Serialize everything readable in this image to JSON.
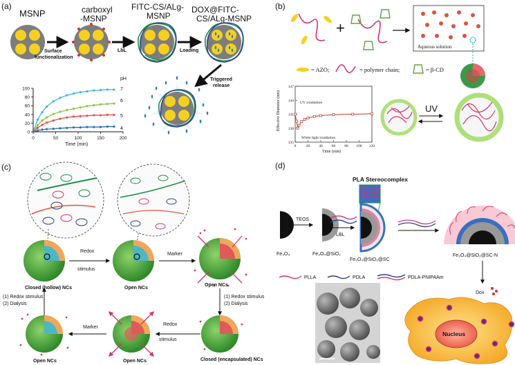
{
  "panel_labels": {
    "a": "(a)",
    "b": "(b)",
    "c": "(c)",
    "d": "(d)"
  },
  "panel_a": {
    "titles": [
      "MSNP",
      "carboxyl",
      "-MSNP",
      "FITC-CS/ALg-",
      "MSNP",
      "DOX@FITC-",
      "CS/ALg-MSNP"
    ],
    "arrows": [
      "Surface",
      "functionalization",
      "LbL",
      "Loading",
      "Triggered",
      "release"
    ],
    "chart": {
      "ph_label": "pH",
      "xlabel": "Time (min)",
      "xticks": [
        "0",
        "50",
        "100",
        "150",
        "200"
      ],
      "yticks": [
        "0",
        "20",
        "40",
        "60",
        "80",
        "100"
      ],
      "series_labels": [
        "7",
        "6",
        "5",
        "4"
      ]
    }
  },
  "panel_b": {
    "aqueous": "Aqueous solution",
    "legend": [
      "= AZO;",
      "= polymer chain;",
      "= β-CD"
    ],
    "chart": {
      "ylabel": "Effective Diameter (nm)",
      "xlabel": "Time (min)",
      "yticks": [
        "135",
        "138",
        "141",
        "144",
        "147"
      ],
      "xticks": [
        "0",
        "20",
        "40",
        "60",
        "80",
        "100",
        "120"
      ],
      "uv_note": "UV irradiation",
      "white_note": "White light irradiation"
    },
    "uv": "UV"
  },
  "panel_c": {
    "redox_stimulus": [
      "Redox",
      "stimulus"
    ],
    "marker": "Marker",
    "closed_hollow": "Closed (hollow) NCs",
    "open_ncs": "Open NCs",
    "steps": [
      "(1) Redox stimulus",
      "(2) Dialysis"
    ],
    "closed_encapsulated": "Closed (encapsulated) NCs"
  },
  "panel_d": {
    "pla_stereocomplex": "PLA Stereocomplex",
    "teos": "TEOS",
    "lbl": "LBL",
    "stage_labels": [
      "Fe₃O₄",
      "Fe₃O₄@SiO₂",
      "Fe₃O₄@SiO₂@SC",
      "Fe₃O₄@SiO₂@SC-N"
    ],
    "legend": [
      "PLLA",
      "PDLA",
      "PDLA-PNIPAAm"
    ],
    "dox": "Dox",
    "nucleus": "Nucleus"
  },
  "chart_data": [
    {
      "type": "line",
      "xlabel": "Time (min)",
      "ylabel": "",
      "xlim": [
        0,
        200
      ],
      "ylim": [
        0,
        100
      ],
      "legend_title": "pH",
      "series": [
        {
          "name": "7",
          "color": "#3bb5e0",
          "x": [
            0,
            10,
            20,
            30,
            45,
            60,
            75,
            90,
            105,
            120,
            135,
            150,
            165,
            180
          ],
          "y": [
            0,
            28,
            45,
            58,
            70,
            78,
            84,
            88,
            91,
            93,
            95,
            96,
            97,
            97
          ]
        },
        {
          "name": "6",
          "color": "#8cc63f",
          "x": [
            0,
            10,
            20,
            30,
            45,
            60,
            75,
            90,
            105,
            120,
            135,
            150,
            165,
            180
          ],
          "y": [
            0,
            15,
            26,
            33,
            41,
            46,
            50,
            53,
            56,
            59,
            61,
            63,
            64,
            65
          ]
        },
        {
          "name": "5",
          "color": "#e94b4b",
          "x": [
            0,
            10,
            20,
            30,
            45,
            60,
            75,
            90,
            105,
            120,
            135,
            150,
            165,
            180
          ],
          "y": [
            0,
            9,
            16,
            21,
            26,
            30,
            33,
            35,
            36,
            37,
            38,
            38,
            39,
            39
          ]
        },
        {
          "name": "4",
          "color": "#2a6fb5",
          "x": [
            0,
            10,
            20,
            30,
            45,
            60,
            75,
            90,
            105,
            120,
            135,
            150,
            165,
            180
          ],
          "y": [
            0,
            3,
            5,
            6,
            7,
            8,
            9,
            10,
            10,
            11,
            11,
            11,
            12,
            12
          ]
        }
      ]
    },
    {
      "type": "line",
      "xlabel": "Time (min)",
      "ylabel": "Effective Diameter (nm)",
      "xlim": [
        0,
        120
      ],
      "ylim": [
        135,
        147
      ],
      "series": [
        {
          "name": "",
          "color": "#c0392b",
          "x": [
            0,
            2,
            4,
            6,
            10,
            15,
            20,
            30,
            40,
            60,
            90,
            120
          ],
          "y": [
            141,
            139.5,
            138,
            138.6,
            139.4,
            139.9,
            140.2,
            140.5,
            140.7,
            140.9,
            141,
            141.1
          ]
        }
      ]
    }
  ]
}
